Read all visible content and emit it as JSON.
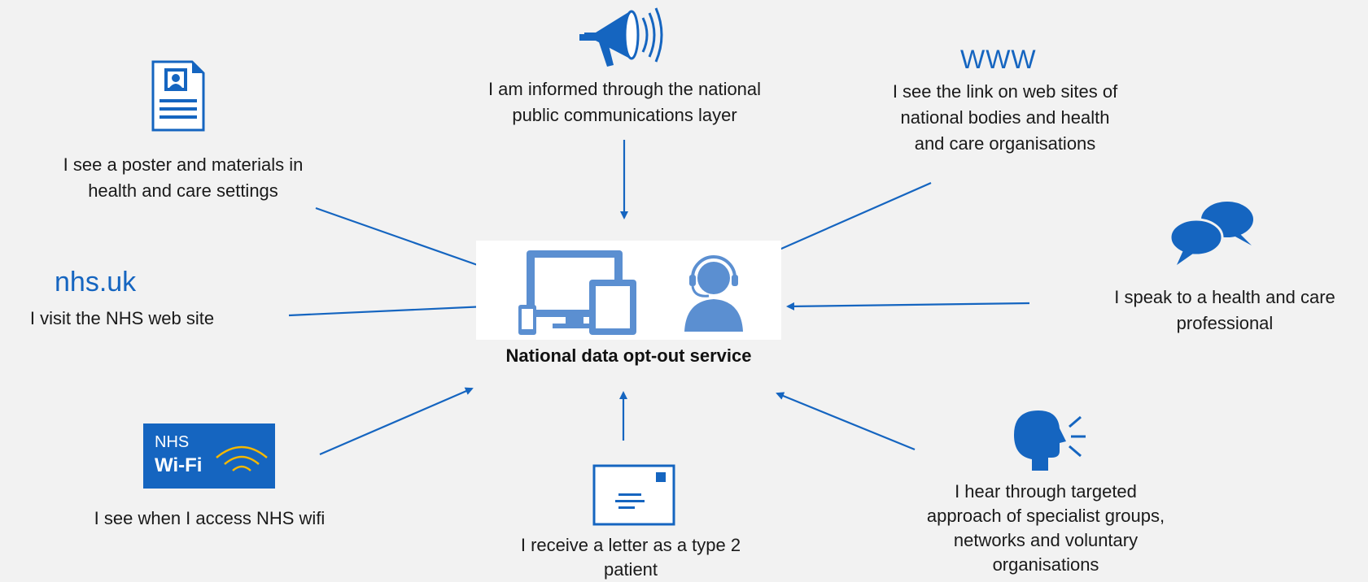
{
  "center": {
    "title": "National data opt-out service"
  },
  "channels": {
    "poster": "I see a poster and materials in\nhealth and care settings",
    "national_comms": "I am informed through the national\npublic communications layer",
    "websites_link": "WWW",
    "websites": "I see the link on web sites of\nnational bodies and health\nand care organisations",
    "nhs_link": "nhs.uk",
    "nhs_site": "I visit the NHS web site",
    "professional": "I speak to a health and care\nprofessional",
    "wifi": "I see when I access NHS wifi",
    "letter": "I receive a letter as a type 2\npatient",
    "targeted": "I hear through targeted\napproach of specialist groups,\nnetworks and voluntary\norganisations"
  },
  "wifi_badge": {
    "org": "NHS",
    "name": "Wi-Fi"
  },
  "colors": {
    "accent": "#1565c0",
    "icon_blue": "#5b8fd1",
    "background": "#f2f2f2",
    "wifi_arc": "#f5b800"
  },
  "icons": [
    "poster-icon",
    "megaphone-icon",
    "devices-icon",
    "headset-agent-icon",
    "speech-bubbles-icon",
    "speaking-head-icon",
    "letter-icon",
    "wifi-icon"
  ]
}
